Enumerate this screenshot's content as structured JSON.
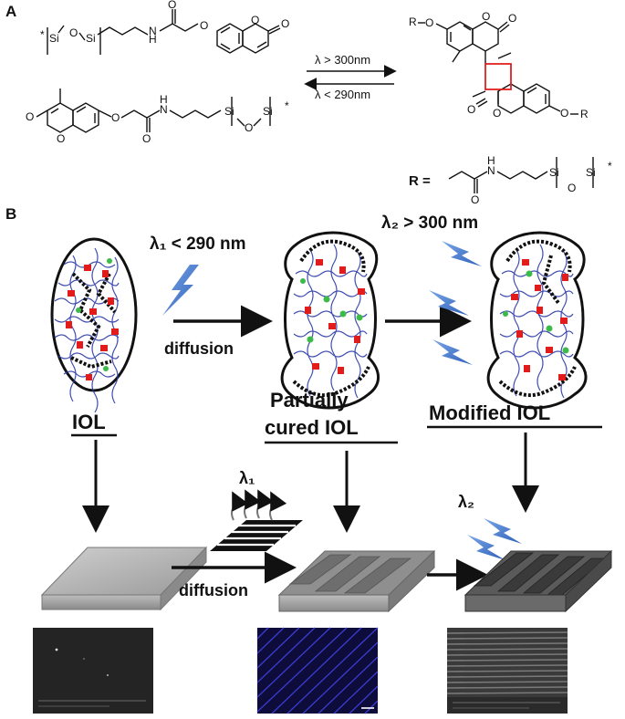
{
  "panel_a": {
    "label": "A",
    "forward_condition": "λ > 300nm",
    "reverse_condition": "λ < 290nm",
    "r_definition_label": "R ="
  },
  "panel_b": {
    "label": "B",
    "lambda1_label": "λ₁ < 290 nm",
    "lambda2_label": "λ₂ > 300 nm",
    "diffusion_top": "diffusion",
    "diffusion_bottom": "diffusion",
    "stage_iol": "IOL",
    "stage_partial_line1": "Partially",
    "stage_partial_line2": "cured IOL",
    "stage_modified": "Modified IOL",
    "mask_lambda": "λ₁",
    "bottom_lambda": "λ₂"
  },
  "colors": {
    "crosslink_black": "#111111",
    "dot_red": "#e21b1b",
    "dot_green": "#3dbb4a",
    "polymer_blue": "#2b3aa8",
    "light_blue": "#3a6fd0",
    "ring_red": "#e02020"
  }
}
